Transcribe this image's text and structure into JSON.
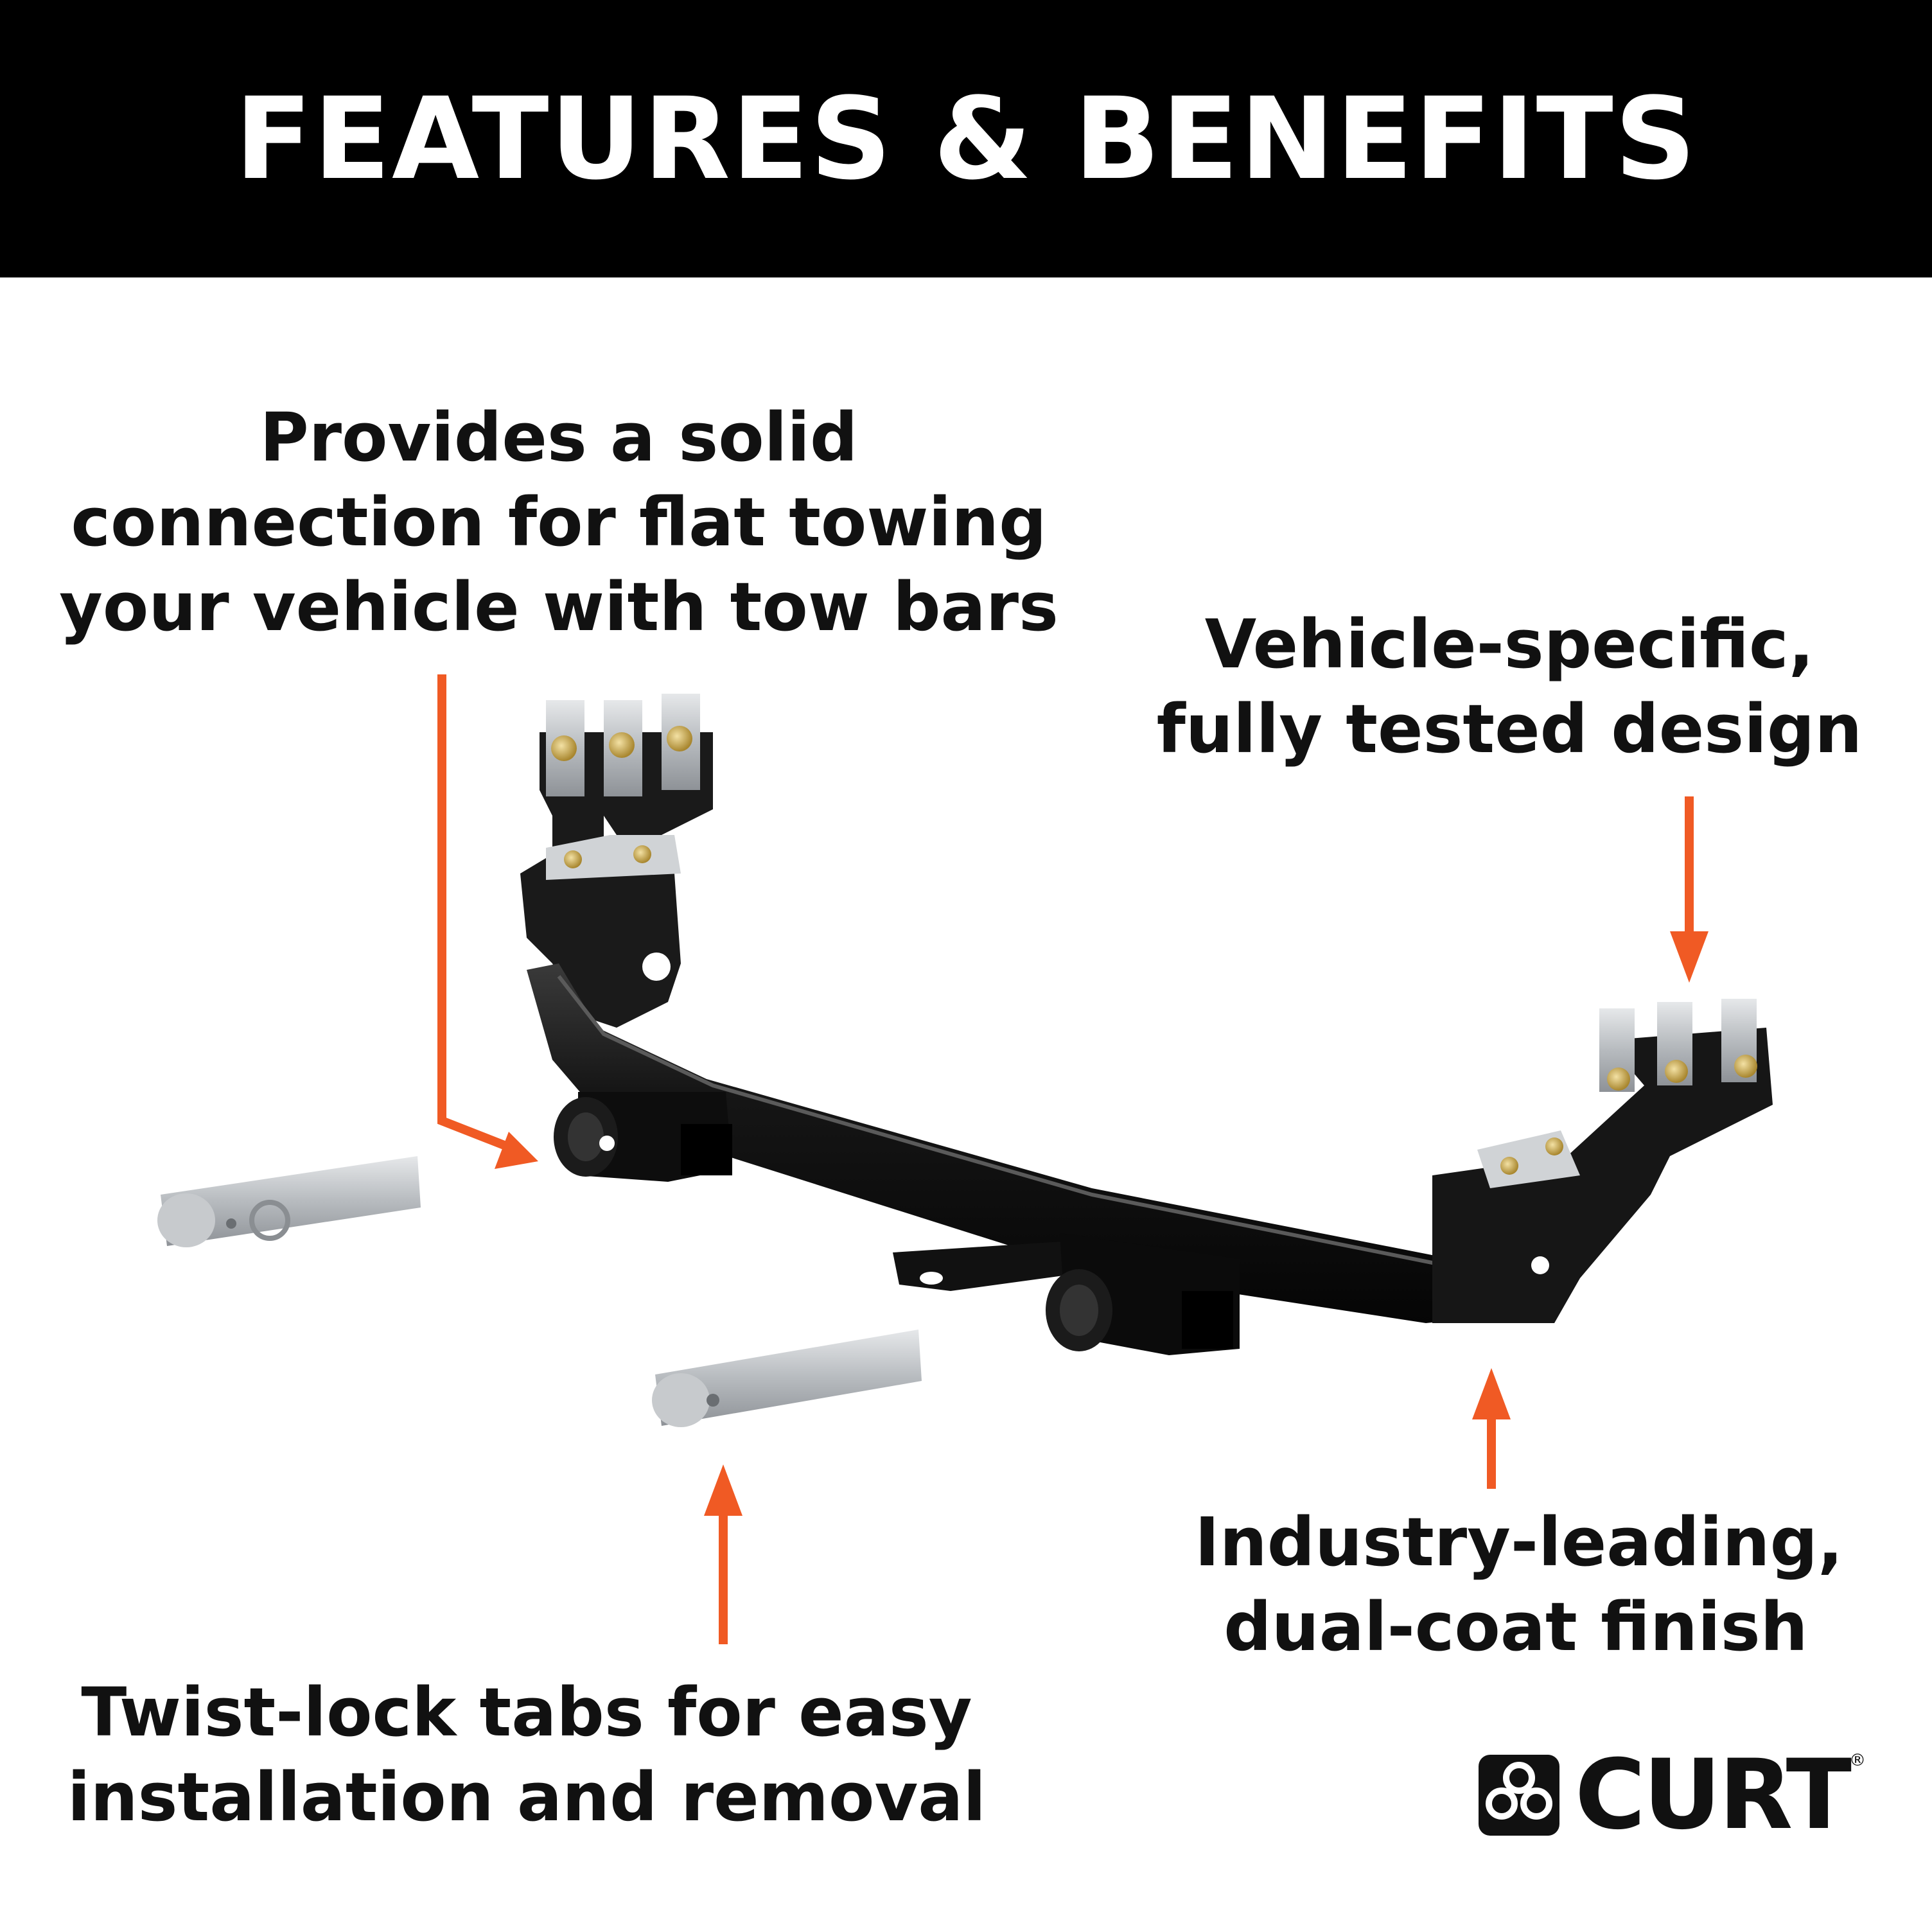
{
  "header": {
    "title": "FEATURES & BENEFITS"
  },
  "callouts": {
    "connection": [
      "Provides a solid",
      "connection for flat towing",
      "your vehicle with tow bars"
    ],
    "design": [
      "Vehicle-specific,",
      "fully tested design"
    ],
    "twistlock": [
      "Twist-lock tabs for easy",
      "installation and removal"
    ],
    "finish": [
      "Industry-leading,",
      "dual-coat finish"
    ]
  },
  "brand": {
    "name": "CURT",
    "registered": "®"
  },
  "colors": {
    "header_bg": "#000000",
    "header_text": "#ffffff",
    "arrow": "#f05a24",
    "hitch": "#141414",
    "steel": "#b9bcc0"
  },
  "icons": [
    "curt-logo-icon",
    "arrow-icon"
  ]
}
